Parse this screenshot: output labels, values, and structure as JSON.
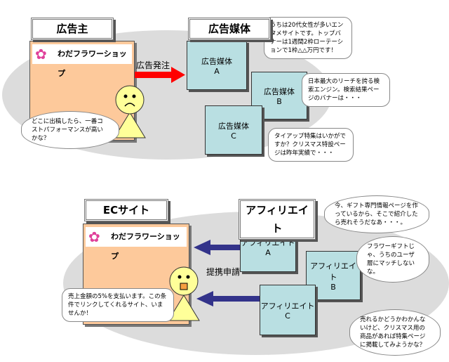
{
  "top": {
    "advertiser_label": "広告主",
    "media_label": "広告媒体",
    "shop_name": "わだフラワーショップ",
    "arrow_label": "広告発注",
    "advertiser_thought": "どこに出稿したら、一番コストパフォーマンスが高いかな？",
    "media": [
      {
        "name": "広告媒体",
        "sub": "A",
        "speech": "うちは20代女性が多いエンタメサイトです。トップバナーは1週間2枠ローテーションで1枠△△万円です！"
      },
      {
        "name": "広告媒体",
        "sub": "B",
        "speech": "日本最大のリーチを誇る検索エンジン。検索結果ページのバナーは・・・"
      },
      {
        "name": "広告媒体",
        "sub": "C",
        "speech": "タイアップ特集はいかがですか？クリスマス特設ページは昨年実績で・・・"
      }
    ]
  },
  "bottom": {
    "ec_label": "ECサイト",
    "affiliate_label": "アフィリエイト",
    "shop_name": "わだフラワーショップ",
    "arrow_label": "提携申請",
    "ec_speech": "売上金額の5%を支払います。この条件でリンクしてくれるサイト、いませんか！",
    "affiliates": [
      {
        "name": "アフィリエイト",
        "sub": "A",
        "thought": "今、ギフト専門情報ページを作っているから、そこで紹介したら売れそうだなあ・・・。"
      },
      {
        "name": "アフィリエイト",
        "sub": "B",
        "thought": "フラワーギフトじゃ、うちのユーザ層にマッチしないな。"
      },
      {
        "name": "アフィリエイト",
        "sub": "C",
        "thought": "売れるかどうかわかんないけど、クリスマス用の商品があれば特集ページに掲載してみようかな？"
      }
    ]
  }
}
